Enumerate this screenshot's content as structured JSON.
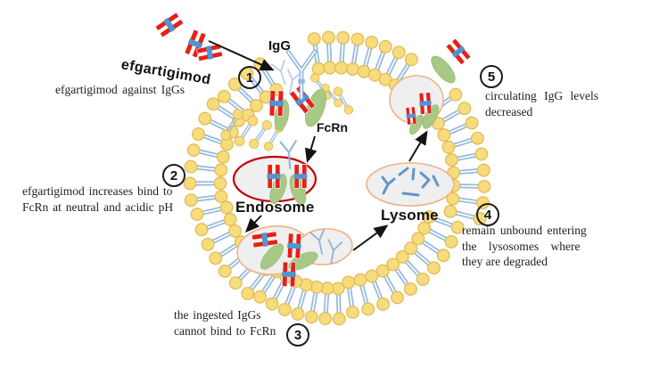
{
  "diagram": {
    "drug": {
      "name": "efgartigimod",
      "note": "efgartigimod against IgGs"
    },
    "labels": {
      "igg": "IgG",
      "fcrn": "FcRn",
      "endosome": "Endosome",
      "lysosome": "Lysome"
    },
    "steps": [
      {
        "number": "1",
        "caption": []
      },
      {
        "number": "2",
        "caption": [
          "efgartigimod increases bind to",
          "FcRn at neutral and acidic pH"
        ]
      },
      {
        "number": "3",
        "caption": [
          "the ingested IgGs",
          "cannot bind to FcRn"
        ]
      },
      {
        "number": "4",
        "caption": [
          "remain unbound entering",
          "the lysosomes where",
          "they are degraded"
        ]
      },
      {
        "number": "5",
        "caption": [
          "circulating IgG levels",
          "decreased"
        ]
      }
    ],
    "colors": {
      "drug_red": "#e62019",
      "drug_band_blue": "#4d96d4",
      "igg_blue": "#8fb4d9",
      "igg_light_blue": "#aac7e6",
      "fragment_blue": "#6296c8",
      "fcrn_green": "#a8c885",
      "fcrn_green_edge": "#97b872",
      "lipid_head_yellow": "#f6dc7d",
      "lipid_head_stroke": "#e3bb56",
      "lipid_tail_blue": "#93b9de",
      "vesicle_fill": "#efefef",
      "vesicle_stroke": "#f1b185",
      "endosome_stroke": "#c0000a",
      "arrow_black": "#141414"
    }
  }
}
